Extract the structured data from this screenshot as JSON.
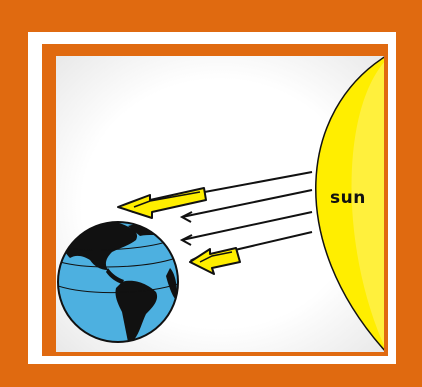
{
  "diagram": {
    "labels": {
      "sun": "sun"
    },
    "colors": {
      "frame_orange": "#e06a10",
      "frame_white": "#ffffff",
      "panel_gray": "#f3f3f3",
      "sun_yellow": "#ffee00",
      "ocean_blue": "#4db0e0",
      "land_black": "#111111",
      "arrow_yellow": "#ffee00"
    },
    "icons": [
      "sun-shape",
      "earth-globe",
      "sun-ray-arrows",
      "block-arrow-icon"
    ]
  }
}
